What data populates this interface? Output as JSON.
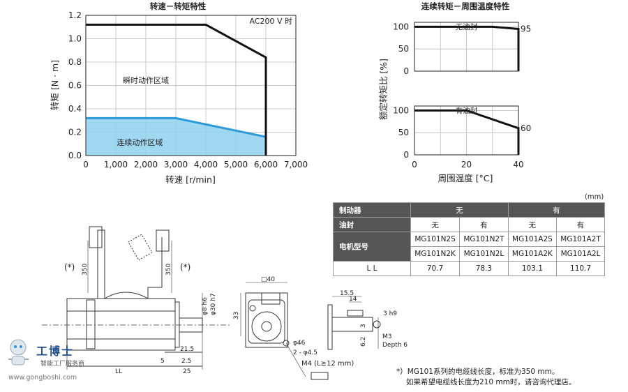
{
  "chart_data": [
    {
      "type": "line",
      "title": "转速－转矩特性",
      "xlabel": "转速 [r/min]",
      "ylabel": "转矩 [N · m]",
      "annotation": "AC200 V 时",
      "xlim": [
        0,
        7000
      ],
      "ylim": [
        0.0,
        1.2
      ],
      "x_ticks": [
        "0",
        "1,000",
        "2,000",
        "3,000",
        "4,000",
        "5,000",
        "6,000",
        "7,000"
      ],
      "y_ticks": [
        "0.0",
        "0.2",
        "0.4",
        "0.6",
        "0.8",
        "1.0",
        "1.2"
      ],
      "grid": true,
      "regions": [
        {
          "name": "瞬时动作区域",
          "points": [
            [
              0,
              1.12
            ],
            [
              4000,
              1.12
            ],
            [
              6000,
              0.84
            ],
            [
              6000,
              0
            ]
          ]
        },
        {
          "name": "连续动作区域",
          "points": [
            [
              0,
              0.32
            ],
            [
              3000,
              0.32
            ],
            [
              6000,
              0.16
            ],
            [
              6000,
              0
            ]
          ]
        }
      ],
      "colors": {
        "peak": "#111111",
        "continuous": "#2e9ad8",
        "fill": "#8fd0ef"
      }
    },
    {
      "type": "line",
      "title": "连续转矩－周围温度特性",
      "xlabel": "周围温度 [°C]",
      "ylabel": "额定转矩比 [%]",
      "panels": [
        {
          "label": "无油封",
          "points": [
            [
              0,
              100
            ],
            [
              30,
              100
            ],
            [
              40,
              95
            ],
            [
              40,
              0
            ]
          ],
          "end_label": "95"
        },
        {
          "label": "有油封",
          "points": [
            [
              0,
              100
            ],
            [
              20,
              100
            ],
            [
              40,
              60
            ],
            [
              40,
              0
            ]
          ],
          "end_label": "60"
        }
      ],
      "xlim": [
        0,
        40
      ],
      "ylim": [
        0,
        110
      ],
      "x_ticks": [
        "0",
        "20",
        "40"
      ],
      "y_ticks": [
        "0",
        "50",
        "100"
      ],
      "grid": true
    }
  ],
  "table": {
    "unit": "(mm)",
    "rows": [
      {
        "header": "制动器",
        "cells": [
          "无",
          "有"
        ]
      },
      {
        "header": "油封",
        "cells": [
          "无",
          "有",
          "无",
          "有"
        ]
      },
      {
        "header": "电机型号",
        "cells": [
          "MG101N2S",
          "MG101N2T",
          "MG101A2S",
          "MG101A2T",
          "MG101N2K",
          "MG101N2L",
          "MG101A2K",
          "MG101A2L"
        ]
      },
      {
        "header": "L L",
        "cells": [
          "70.7",
          "78.3",
          "103.1",
          "110.7"
        ]
      }
    ]
  },
  "drawing": {
    "star_left": "(*)",
    "star_right": "(*)",
    "cable_len": "350",
    "cable_len2": "350",
    "h6": "φ8 h6",
    "h7": "φ30 h7",
    "d215": "21.5",
    "d5": "5",
    "d25a": "2.5",
    "ll": "LL",
    "d25b": "25",
    "sq": "□40",
    "d33": "33",
    "d46": "φ46",
    "hole": "2 - φ4.5",
    "m4": "M4 (L≥12 mm)",
    "d155": "15.5",
    "d14": "14",
    "h9": "3 h9",
    "d3": "3",
    "d62": "6.2",
    "m3": "M3",
    "depth": "Depth 6"
  },
  "note": {
    "line1": "*）MG101系列的电缆线长度，标准为350 mm。",
    "line2": "如果希望电缆线长度为210 mm时，请咨询代理店。"
  },
  "logo": {
    "brand": "工博士",
    "slogan": "智能工厂服务商",
    "site": "www.gongboshi.com"
  }
}
